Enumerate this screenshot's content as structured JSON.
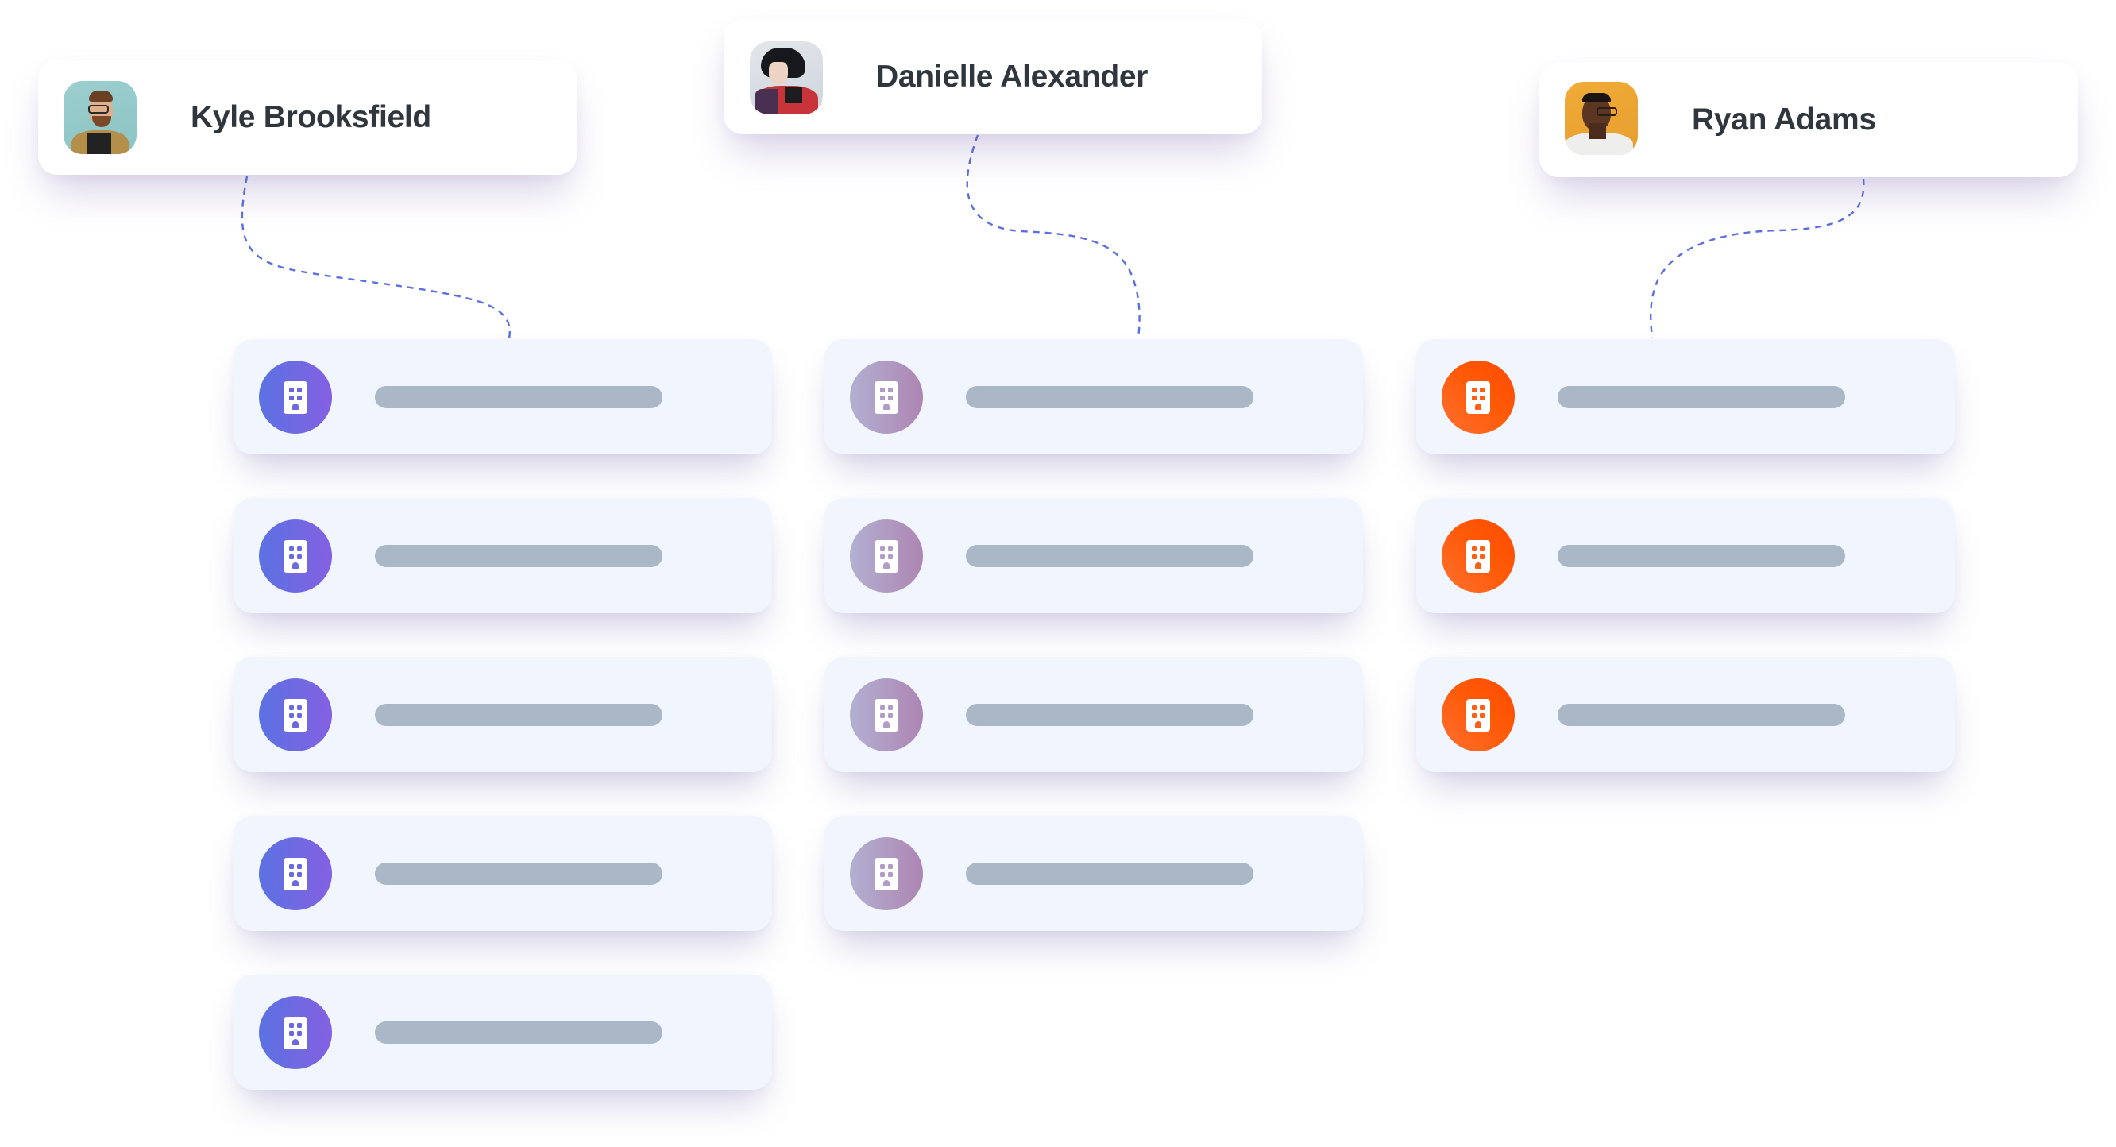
{
  "diagram": {
    "type": "organization-assignment",
    "connector_color": "#5b6fe0",
    "card_background": "#f1f6fe",
    "placeholder_bar_color": "#a9b7c6",
    "name_text_color": "#30363d"
  },
  "people": [
    {
      "id": "kyle",
      "name": "Kyle Brooksfield",
      "avatar_icon": "person-photo",
      "avatar_bg": "#8fc6c7",
      "org_badge_theme": "blue",
      "org_badge_colors": [
        "#5b72e3",
        "#8460e2"
      ],
      "organizations": [
        {
          "icon": "building-icon",
          "label": ""
        },
        {
          "icon": "building-icon",
          "label": ""
        },
        {
          "icon": "building-icon",
          "label": ""
        },
        {
          "icon": "building-icon",
          "label": ""
        },
        {
          "icon": "building-icon",
          "label": ""
        }
      ]
    },
    {
      "id": "danielle",
      "name": "Danielle Alexander",
      "avatar_icon": "person-photo",
      "avatar_bg": "#d8dde3",
      "org_badge_theme": "mauve",
      "org_badge_colors": [
        "#b2b0d2",
        "#ae85b3"
      ],
      "organizations": [
        {
          "icon": "building-icon",
          "label": ""
        },
        {
          "icon": "building-icon",
          "label": ""
        },
        {
          "icon": "building-icon",
          "label": ""
        },
        {
          "icon": "building-icon",
          "label": ""
        }
      ]
    },
    {
      "id": "ryan",
      "name": "Ryan Adams",
      "avatar_icon": "person-photo",
      "avatar_bg": "#eba535",
      "org_badge_theme": "orange",
      "org_badge_colors": [
        "#ff7030",
        "#ff4a00"
      ],
      "organizations": [
        {
          "icon": "building-icon",
          "label": ""
        },
        {
          "icon": "building-icon",
          "label": ""
        },
        {
          "icon": "building-icon",
          "label": ""
        }
      ]
    }
  ]
}
